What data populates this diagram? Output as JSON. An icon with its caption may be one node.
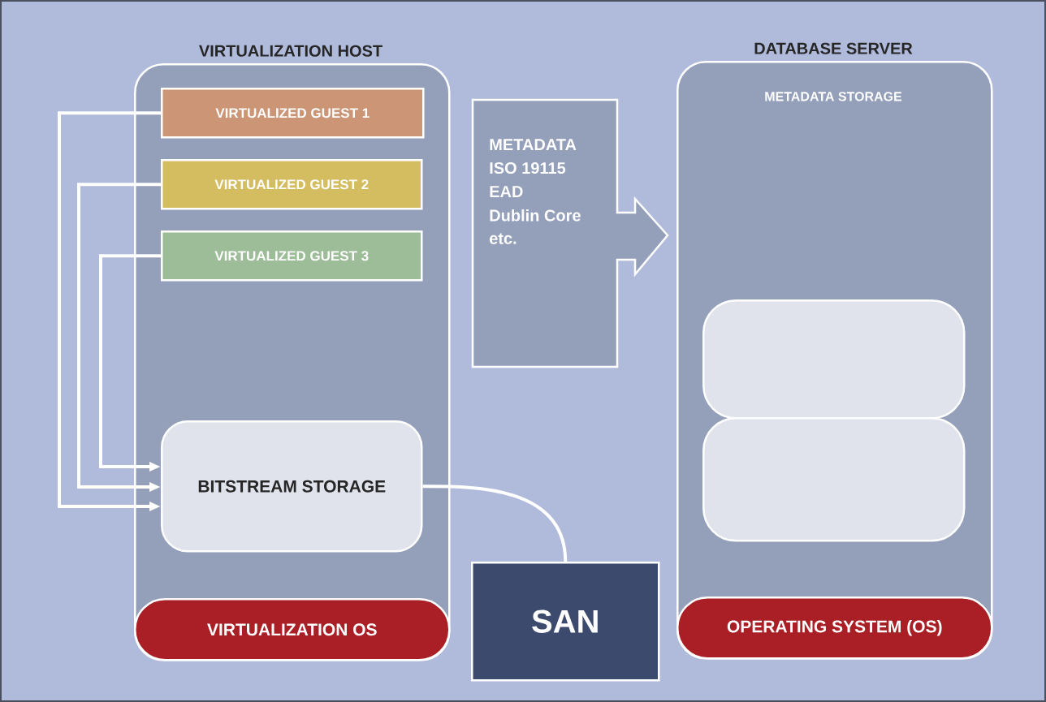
{
  "diagram": {
    "nodes": [
      {
        "text": [
          "VIRTUALIZATION HOST"
        ]
      },
      {
        "text": [
          "VIRTUALIZED GUEST 1"
        ],
        "in": 0
      },
      {
        "text": [
          "VIRTUALIZED GUEST 2"
        ],
        "in": 0
      },
      {
        "text": [
          "VIRTUALIZED GUEST 3"
        ],
        "in": 0
      },
      {
        "text": [
          "BITSTREAM STORAGE"
        ],
        "in": 0
      },
      {
        "text": [
          "VIRTUALIZATION OS"
        ],
        "in": 0
      },
      {
        "text": [
          "METADATA",
          "ISO 19115",
          "EAD",
          "Dublin Core",
          "etc."
        ]
      },
      {
        "text": [
          "SAN"
        ]
      },
      {
        "text": [
          "DATABASE SERVER",
          "METADATA STORAGE"
        ]
      },
      {
        "text": [],
        "shape": "box",
        "in": 8
      },
      {
        "text": [],
        "shape": "box",
        "in": 8
      },
      {
        "text": [
          "OPERATING SYSTEM (OS)"
        ],
        "in": 8
      }
    ],
    "edges": [
      {
        "from": 1,
        "to": 4,
        "arrow": "to"
      },
      {
        "from": 2,
        "to": 4,
        "arrow": "to"
      },
      {
        "from": 3,
        "to": 4,
        "arrow": "to"
      },
      {
        "from": 7,
        "to": 4,
        "arrow": "none"
      }
    ]
  }
}
